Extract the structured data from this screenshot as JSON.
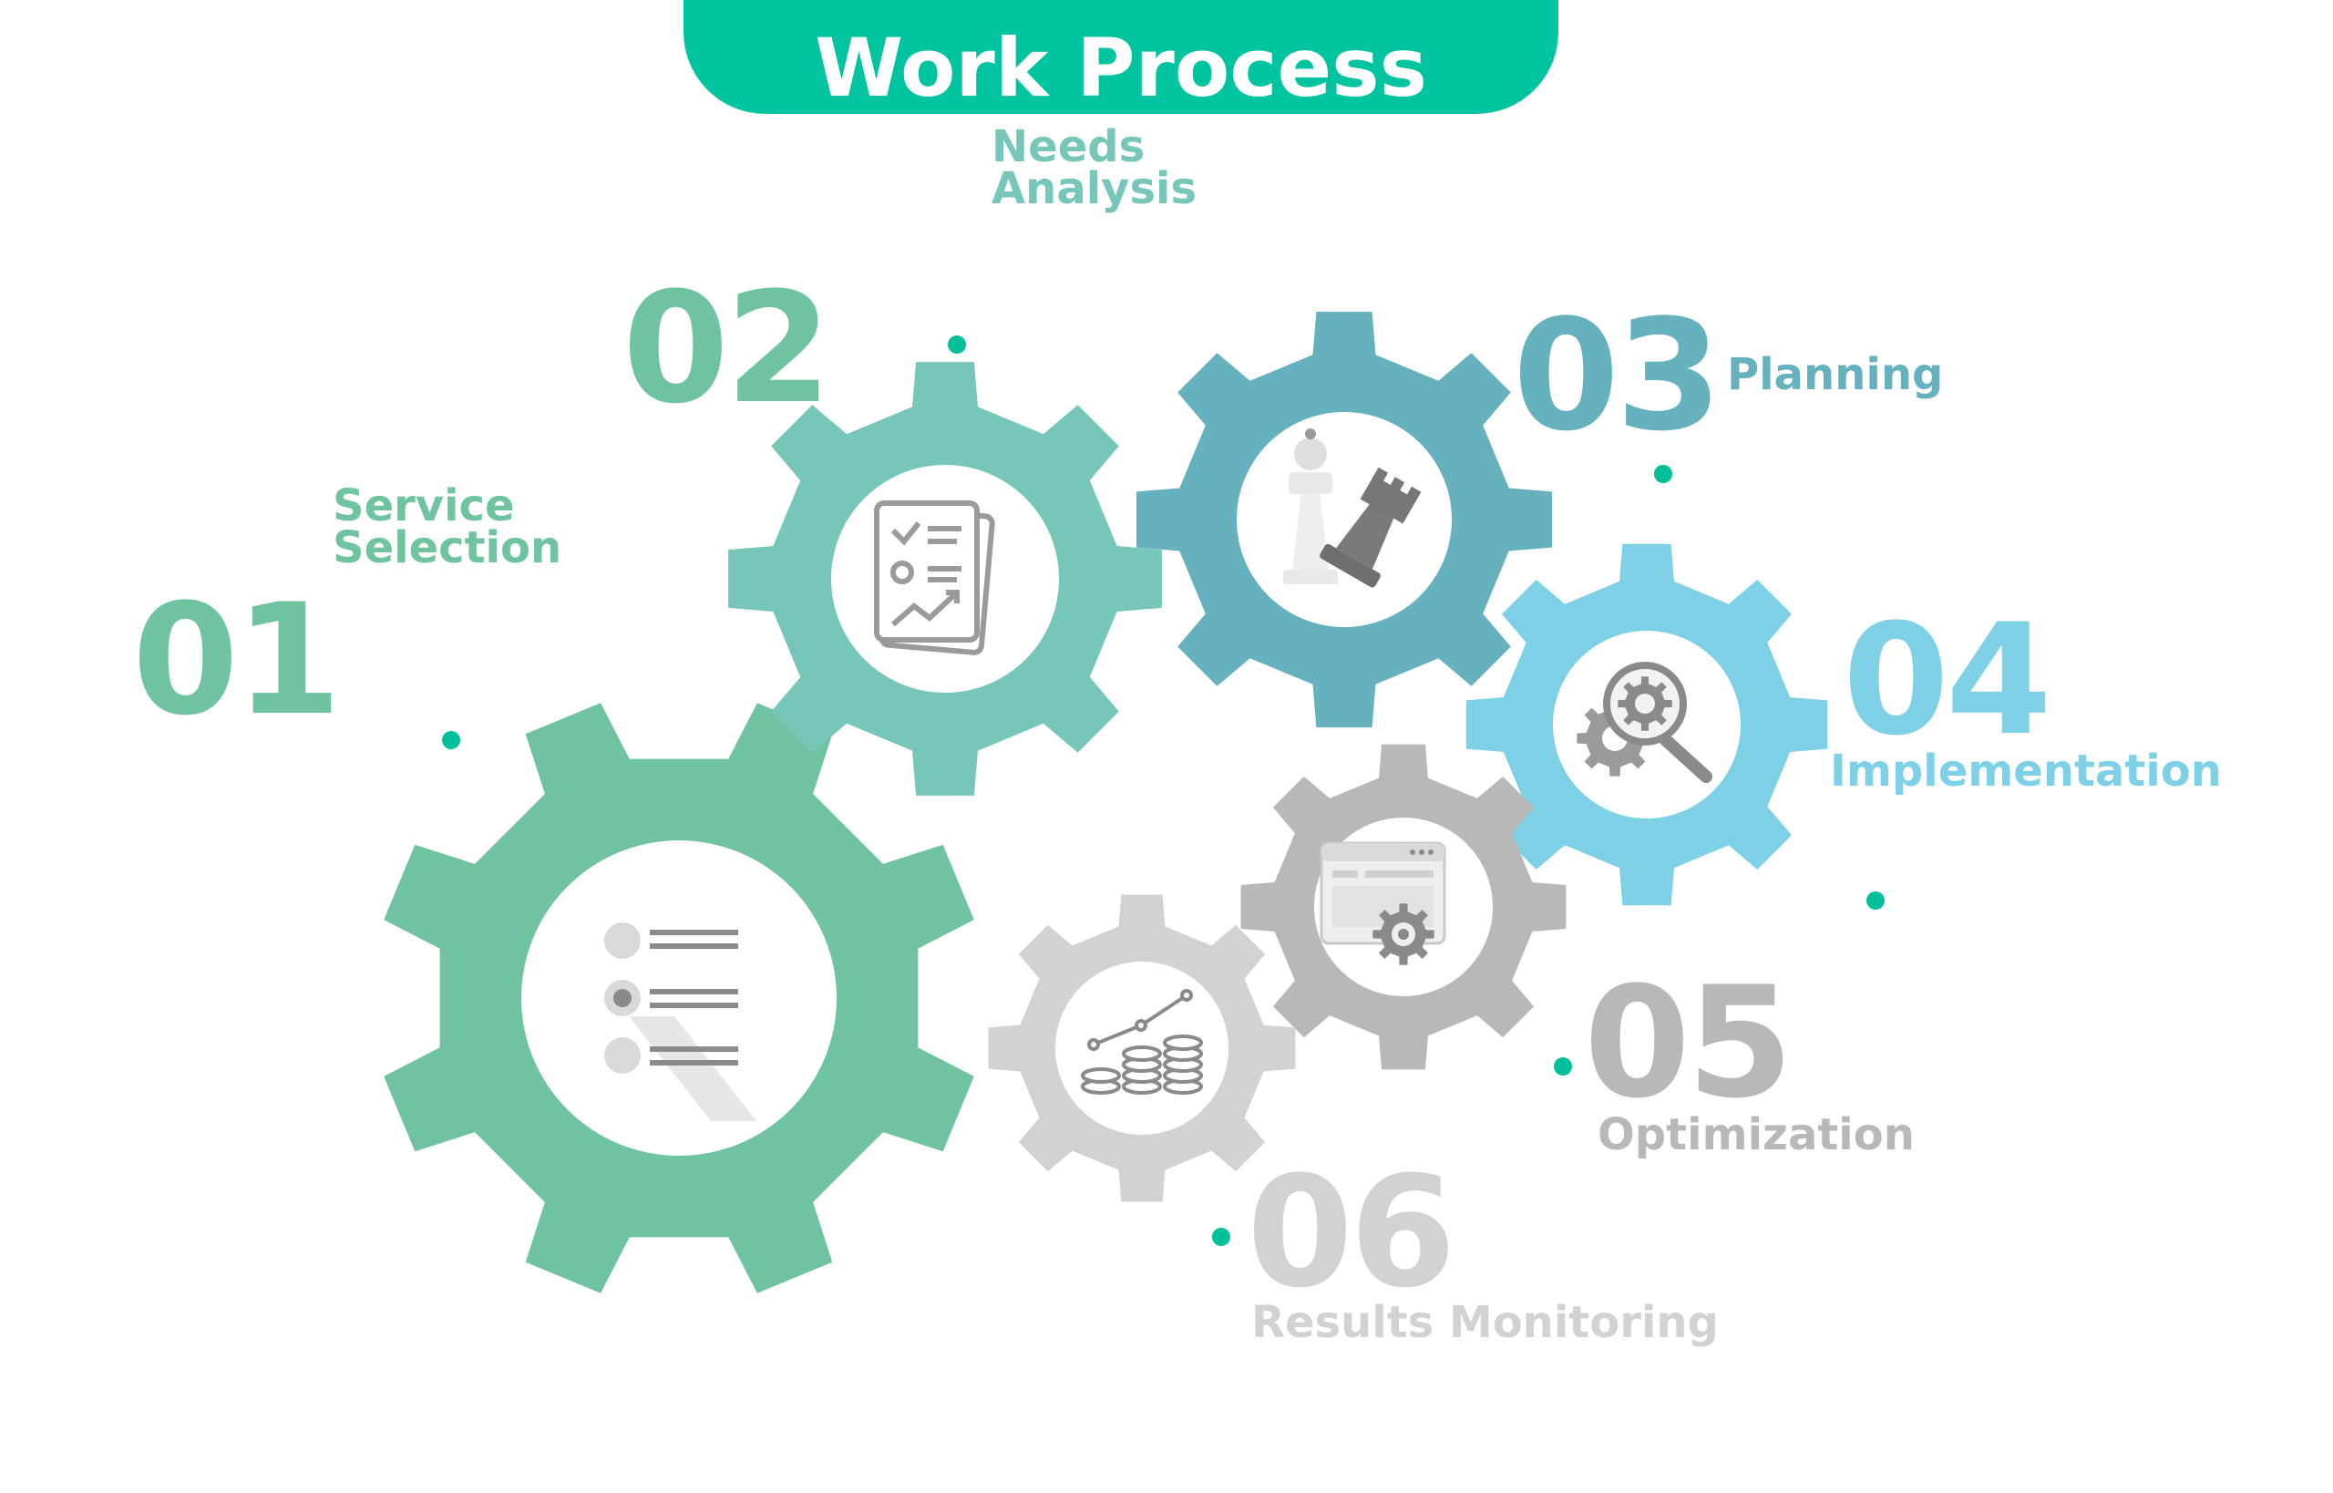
{
  "header": {
    "title": "Work Process"
  },
  "colors": {
    "accent": "#00c4a0",
    "step1": "#6fc3a0",
    "step2": "#76c7ba",
    "step3": "#65b1be",
    "step4": "#7dd0e6",
    "step5": "#b8b8b8",
    "step6": "#d2d2d2",
    "dot": "#00c09a"
  },
  "steps": [
    {
      "number": "01",
      "label": "Service Selection",
      "label_lines": [
        "Service",
        "Selection"
      ],
      "icon": "checklist-icon"
    },
    {
      "number": "02",
      "label": "Needs Analysis",
      "label_lines": [
        "Needs",
        "Analysis"
      ],
      "icon": "report-analysis-icon"
    },
    {
      "number": "03",
      "label": "Planning",
      "label_lines": [
        "Planning"
      ],
      "icon": "chess-strategy-icon"
    },
    {
      "number": "04",
      "label": "Implementation",
      "label_lines": [
        "Implementation"
      ],
      "icon": "gear-magnifier-icon"
    },
    {
      "number": "05",
      "label": "Optimization",
      "label_lines": [
        "Optimization"
      ],
      "icon": "browser-settings-icon"
    },
    {
      "number": "06",
      "label": "Results Monitoring",
      "label_lines": [
        "Results Monitoring"
      ],
      "icon": "growth-coins-icon"
    }
  ]
}
